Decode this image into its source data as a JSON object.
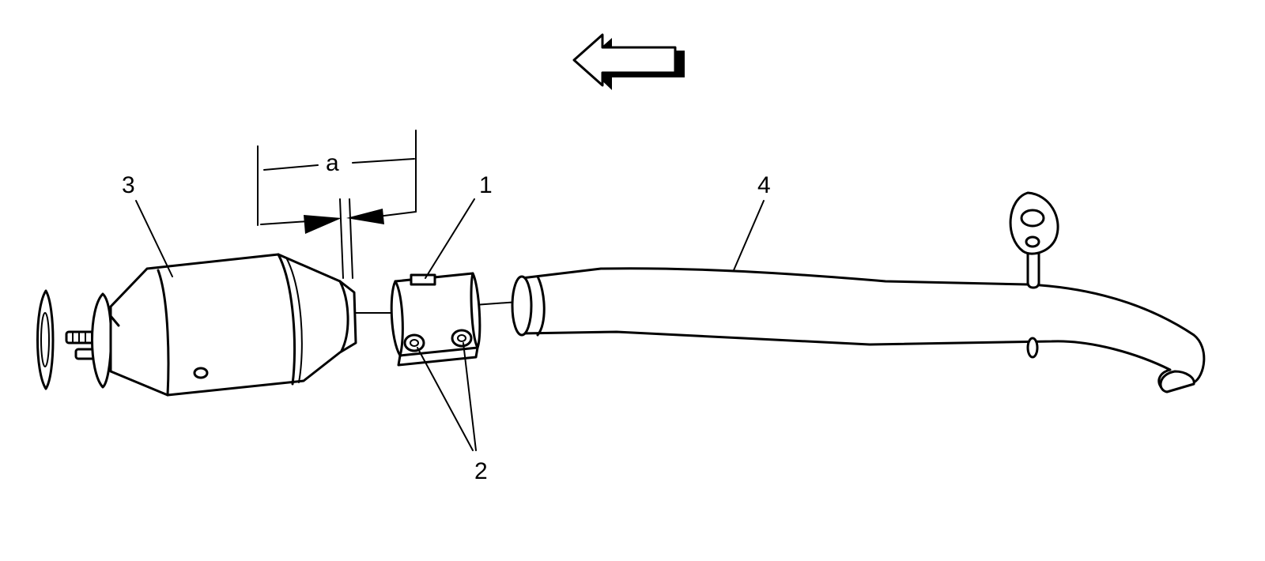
{
  "callouts": {
    "clamp": "1",
    "clamp_nuts": "2",
    "catalytic_converter": "3",
    "exhaust_pipe": "4",
    "dimension": "a"
  },
  "icons": {
    "direction": "arrow-left-icon"
  },
  "colors": {
    "line": "#000000",
    "background": "#ffffff"
  }
}
